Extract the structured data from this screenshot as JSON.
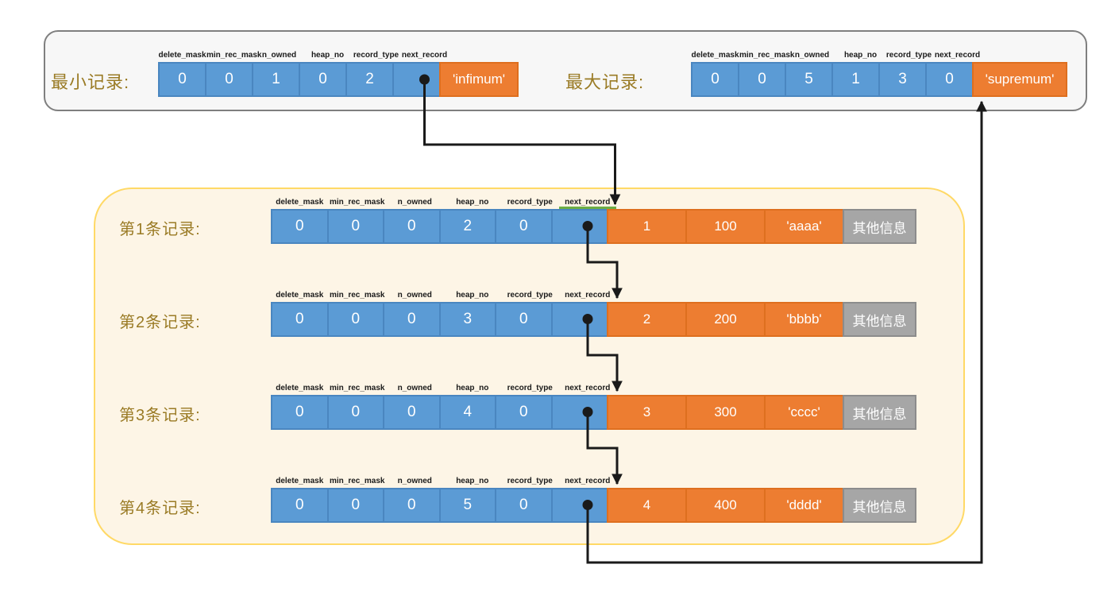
{
  "field_headers": [
    "delete_mask",
    "min_rec_mask",
    "n_owned",
    "heap_no",
    "record_type",
    "next_record"
  ],
  "header_box": {
    "min_record": {
      "label": "最小记录:",
      "values": [
        "0",
        "0",
        "1",
        "0",
        "2"
      ],
      "next_record_pointer": "dot",
      "name": "'infimum'"
    },
    "max_record": {
      "label": "最大记录:",
      "values": [
        "0",
        "0",
        "5",
        "1",
        "3",
        "0"
      ],
      "name": "'supremum'"
    }
  },
  "records": [
    {
      "label": "第1条记录:",
      "header_values": [
        "0",
        "0",
        "0",
        "2",
        "0"
      ],
      "next_record_pointer": "dot",
      "data_values": [
        "1",
        "100",
        "'aaaa'"
      ],
      "other_info": "其他信息"
    },
    {
      "label": "第2条记录:",
      "header_values": [
        "0",
        "0",
        "0",
        "3",
        "0"
      ],
      "next_record_pointer": "dot",
      "data_values": [
        "2",
        "200",
        "'bbbb'"
      ],
      "other_info": "其他信息"
    },
    {
      "label": "第3条记录:",
      "header_values": [
        "0",
        "0",
        "0",
        "4",
        "0"
      ],
      "next_record_pointer": "dot",
      "data_values": [
        "3",
        "300",
        "'cccc'"
      ],
      "other_info": "其他信息"
    },
    {
      "label": "第4条记录:",
      "header_values": [
        "0",
        "0",
        "0",
        "5",
        "0"
      ],
      "next_record_pointer": "dot",
      "data_values": [
        "4",
        "400",
        "'dddd'"
      ],
      "other_info": "其他信息"
    }
  ],
  "colors": {
    "field_cell_blue": "#5B9BD5",
    "data_cell_orange": "#ED7D31",
    "other_cell_gray": "#A6A6A6",
    "label_gold": "#9A7B25",
    "outer_box_border": "#7F7F7F",
    "inner_box_border": "#FFD966",
    "inner_box_bg": "#FDF5E6",
    "arrow_black": "#1A1A1A",
    "highlight_green": "#6DAE45"
  }
}
